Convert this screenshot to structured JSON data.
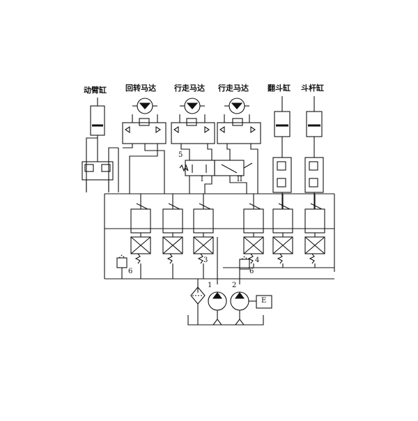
{
  "title_labels": {
    "boom_cylinder": "动臂缸",
    "swing_motor": "回转马达",
    "travel_motor_left": "行走马达",
    "travel_motor_right": "行走马达",
    "bucket_cylinder": "翻斗缸",
    "arm_cylinder": "斗杆缸"
  },
  "numbers": {
    "n1": "1",
    "n2": "2",
    "n3": "3",
    "n4": "4",
    "n5": "5",
    "n6_left": "6",
    "n6_right": "6"
  },
  "roman": {
    "r1": "I",
    "r2": "II"
  },
  "motor_box_label": "E"
}
